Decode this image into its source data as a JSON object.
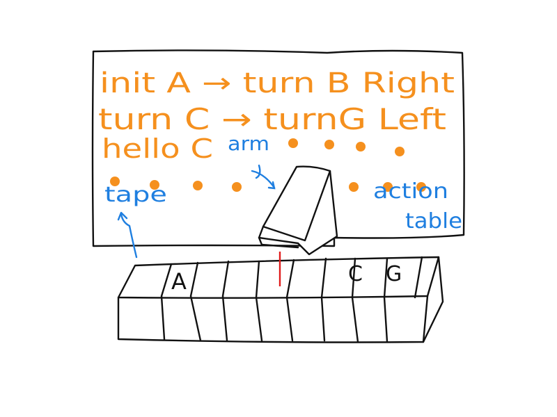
{
  "colors": {
    "rule_text": "#f5901e",
    "annotation": "#1f7fe0",
    "outline": "#111111",
    "head_line": "#e01b1b",
    "background": "#ffffff"
  },
  "action_table": {
    "rules": [
      {
        "text": "init A → turn B Right"
      },
      {
        "text": "turn C → turnG Left"
      },
      {
        "text": "hello C"
      }
    ],
    "dot_rows": [
      5,
      8
    ]
  },
  "tape": {
    "cells": [
      "",
      "A",
      "",
      "",
      "",
      "",
      "",
      "C",
      "G",
      ""
    ]
  },
  "labels": {
    "arm": "arm",
    "tape": "tape",
    "action": "action",
    "table": "table"
  }
}
